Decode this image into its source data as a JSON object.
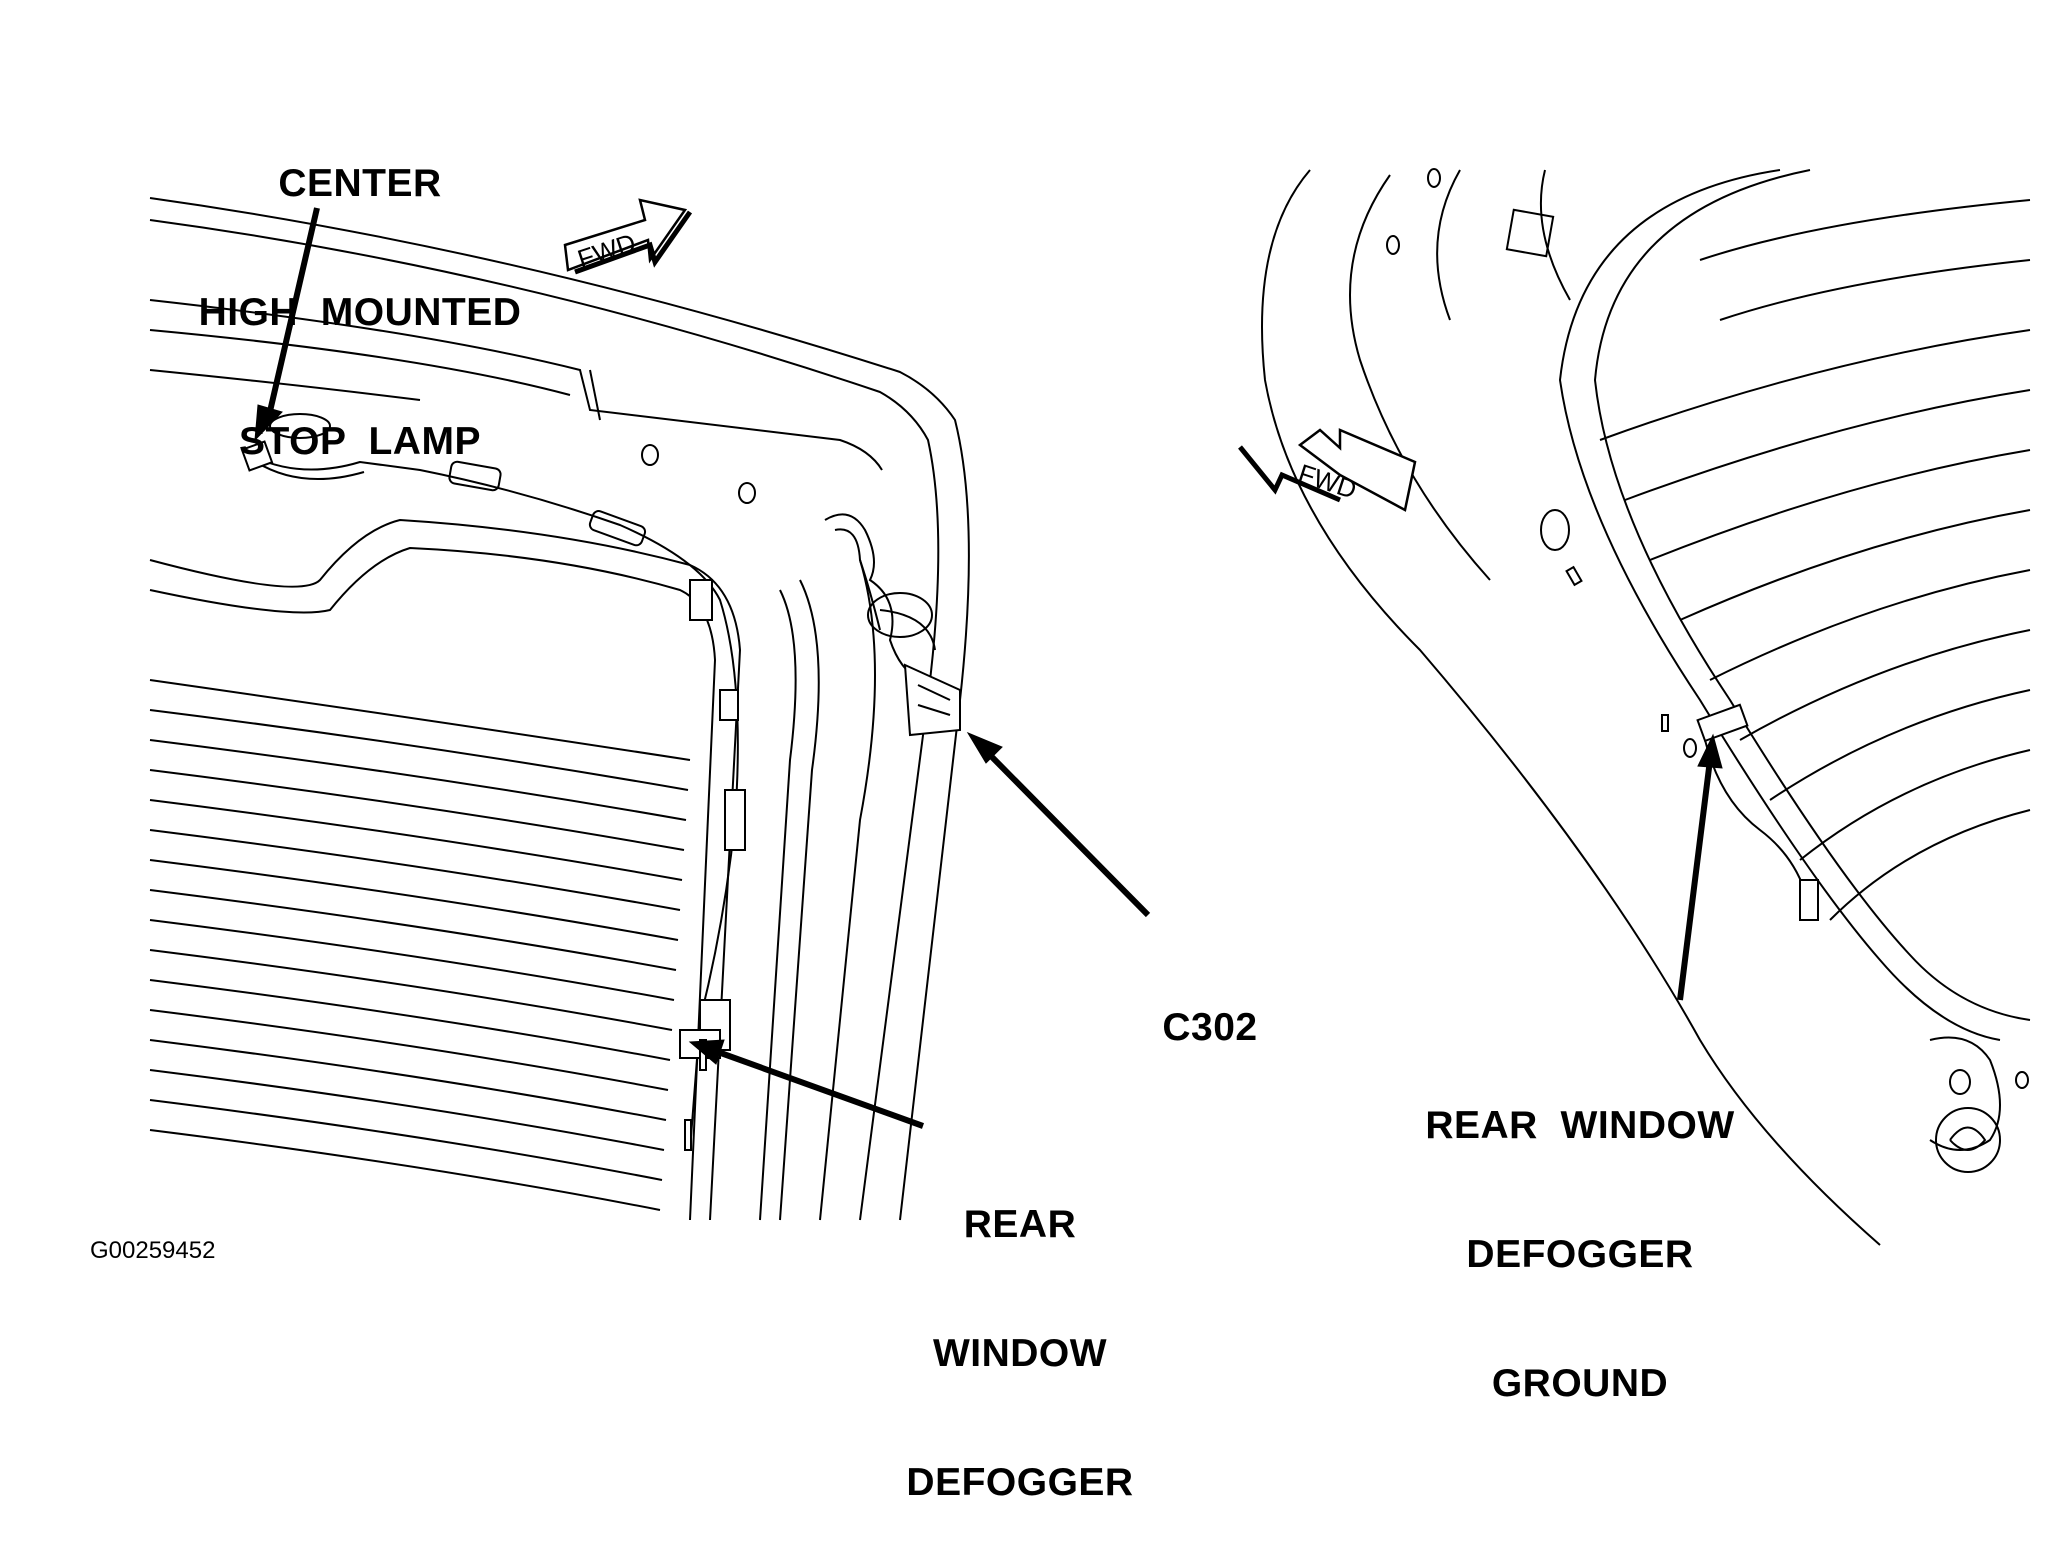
{
  "callouts": {
    "chmsl": [
      "CENTER",
      "HIGH  MOUNTED",
      "STOP  LAMP"
    ],
    "c302": [
      "C302"
    ],
    "defogger": [
      "REAR",
      "WINDOW",
      "DEFOGGER"
    ],
    "defogger_ground": [
      "REAR  WINDOW",
      "DEFOGGER",
      "GROUND"
    ]
  },
  "direction_arrows": {
    "left_view": "FWD",
    "right_view": "FWD"
  },
  "figure_id": "G00259452",
  "colors": {
    "ink": "#000000",
    "paper": "#ffffff"
  }
}
